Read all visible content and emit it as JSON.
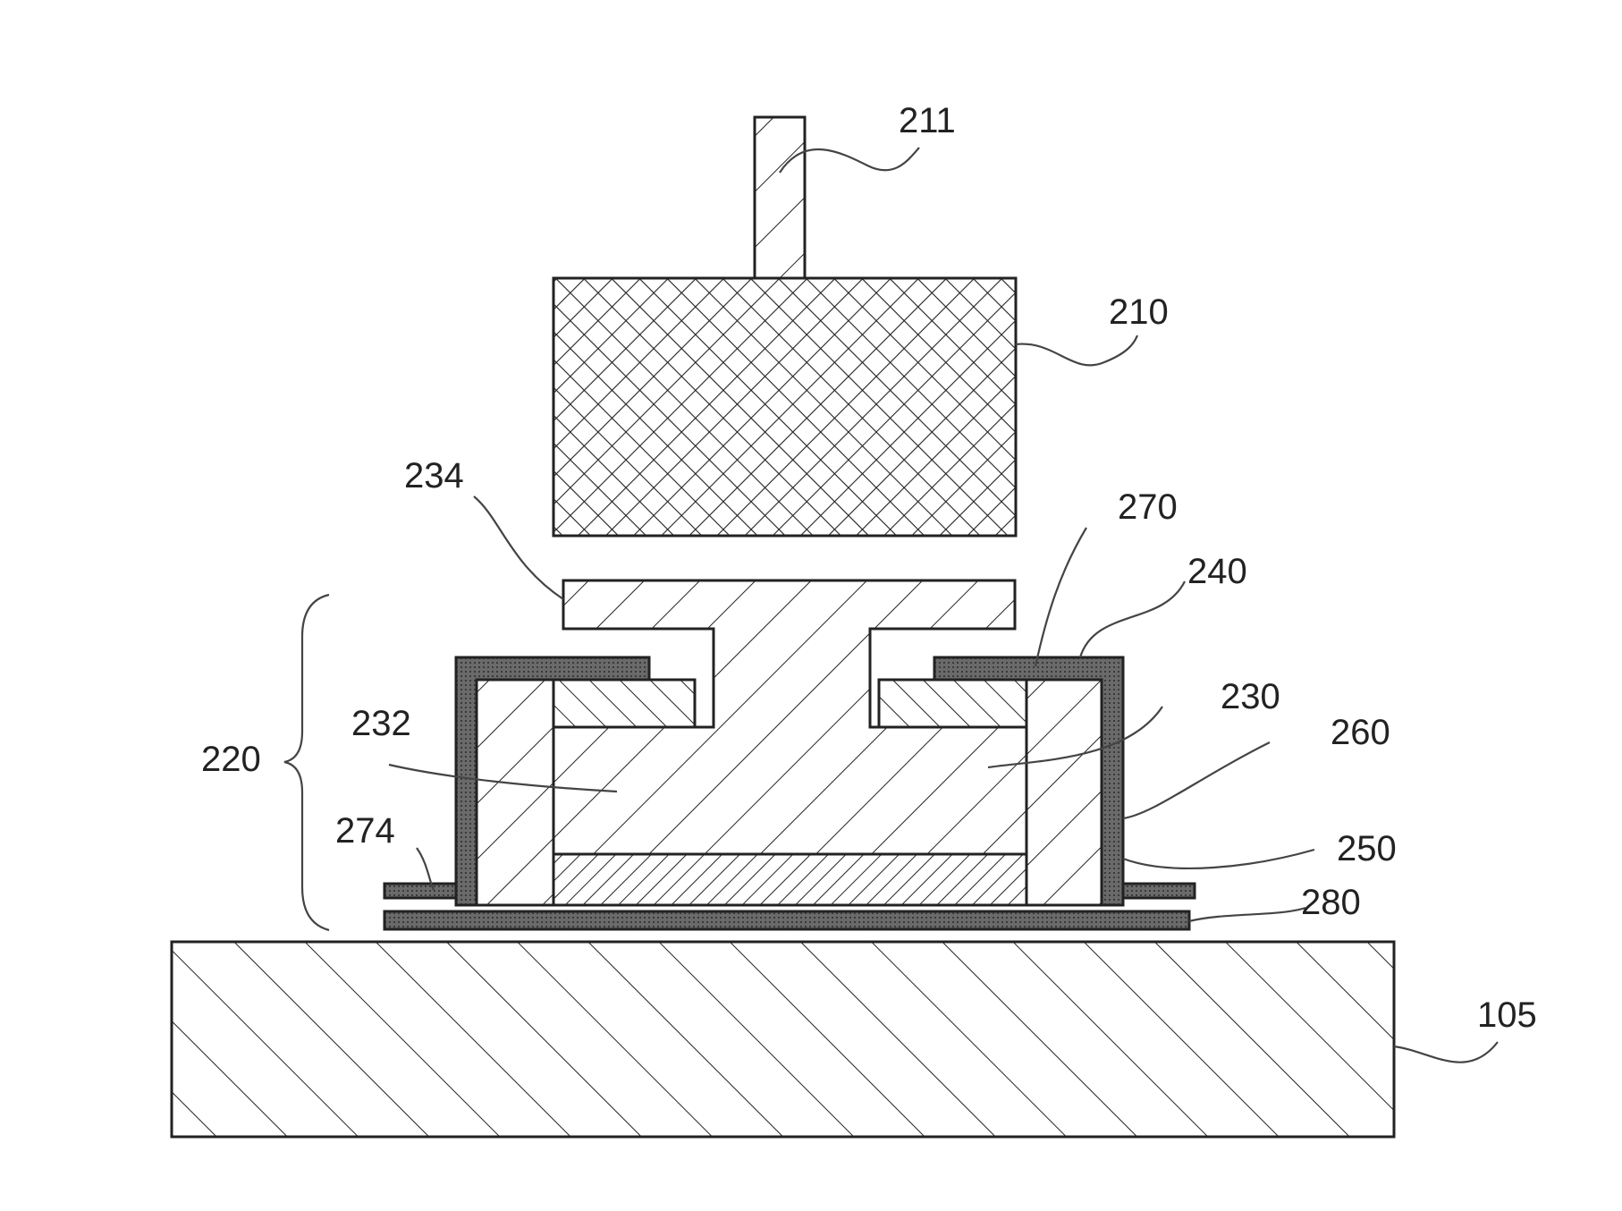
{
  "figure": {
    "labels": {
      "l211": "211",
      "l210": "210",
      "l234": "234",
      "l270": "270",
      "l240": "240",
      "l230": "230",
      "l260": "260",
      "l232": "232",
      "l220": "220",
      "l274": "274",
      "l250": "250",
      "l280": "280",
      "l105": "105"
    },
    "colors": {
      "line": "#222222",
      "dark_layer": "#555555",
      "background": "#ffffff"
    }
  }
}
